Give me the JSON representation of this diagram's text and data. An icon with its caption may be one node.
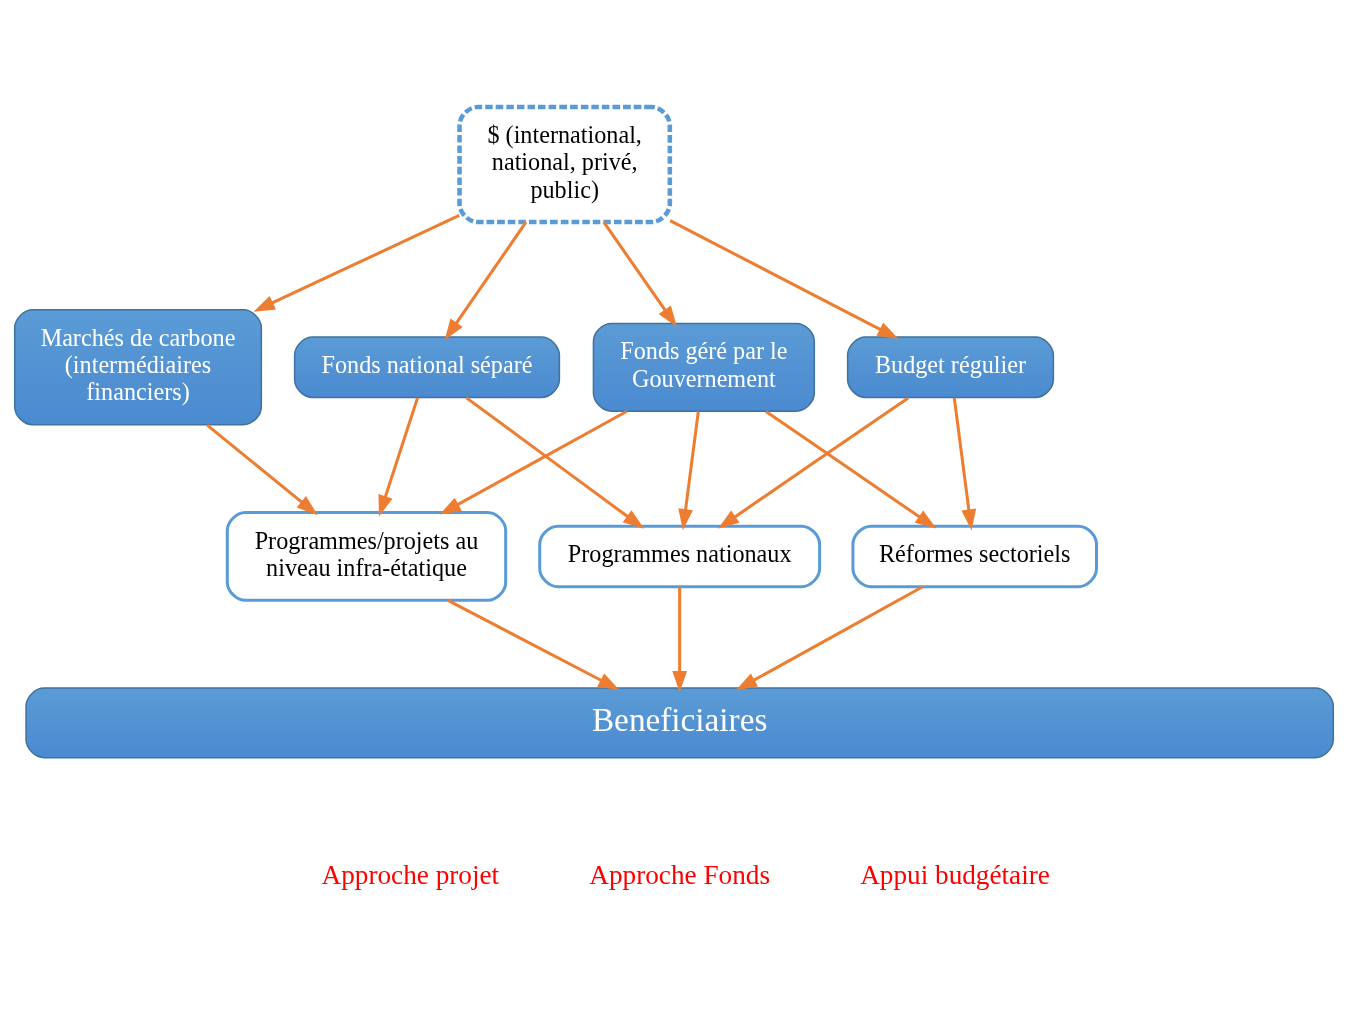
{
  "diagram": {
    "nodes": [
      {
        "text": [
          "$ (international, national, privé, public)"
        ]
      },
      {
        "text": [
          "Marchés de carbone (intermédiaires financiers)"
        ]
      },
      {
        "text": [
          "Fonds national séparé"
        ]
      },
      {
        "text": [
          "Fonds géré par le Gouvernement"
        ]
      },
      {
        "text": [
          "Budget régulier"
        ]
      },
      {
        "text": [
          "Programmes/projets au niveau infra-étatique"
        ]
      },
      {
        "text": [
          "Programmes nationaux"
        ]
      },
      {
        "text": [
          "Réformes sectoriels"
        ]
      },
      {
        "text": [
          "Beneficiaires"
        ]
      }
    ],
    "edges": [
      {
        "from": 0,
        "to": 1,
        "arrow": "to"
      },
      {
        "from": 0,
        "to": 2,
        "arrow": "to"
      },
      {
        "from": 0,
        "to": 3,
        "arrow": "to"
      },
      {
        "from": 0,
        "to": 4,
        "arrow": "to"
      },
      {
        "from": 1,
        "to": 5,
        "arrow": "to"
      },
      {
        "from": 2,
        "to": 5,
        "arrow": "to"
      },
      {
        "from": 2,
        "to": 6,
        "arrow": "to"
      },
      {
        "from": 3,
        "to": 5,
        "arrow": "to"
      },
      {
        "from": 3,
        "to": 6,
        "arrow": "to"
      },
      {
        "from": 3,
        "to": 7,
        "arrow": "to"
      },
      {
        "from": 4,
        "to": 6,
        "arrow": "to"
      },
      {
        "from": 4,
        "to": 7,
        "arrow": "to"
      },
      {
        "from": 5,
        "to": 8,
        "arrow": "to"
      },
      {
        "from": 6,
        "to": 8,
        "arrow": "to"
      },
      {
        "from": 7,
        "to": 8,
        "arrow": "to"
      }
    ],
    "labels": [
      "Approche projet",
      "Approche Fonds",
      "Appui budgétaire"
    ]
  }
}
